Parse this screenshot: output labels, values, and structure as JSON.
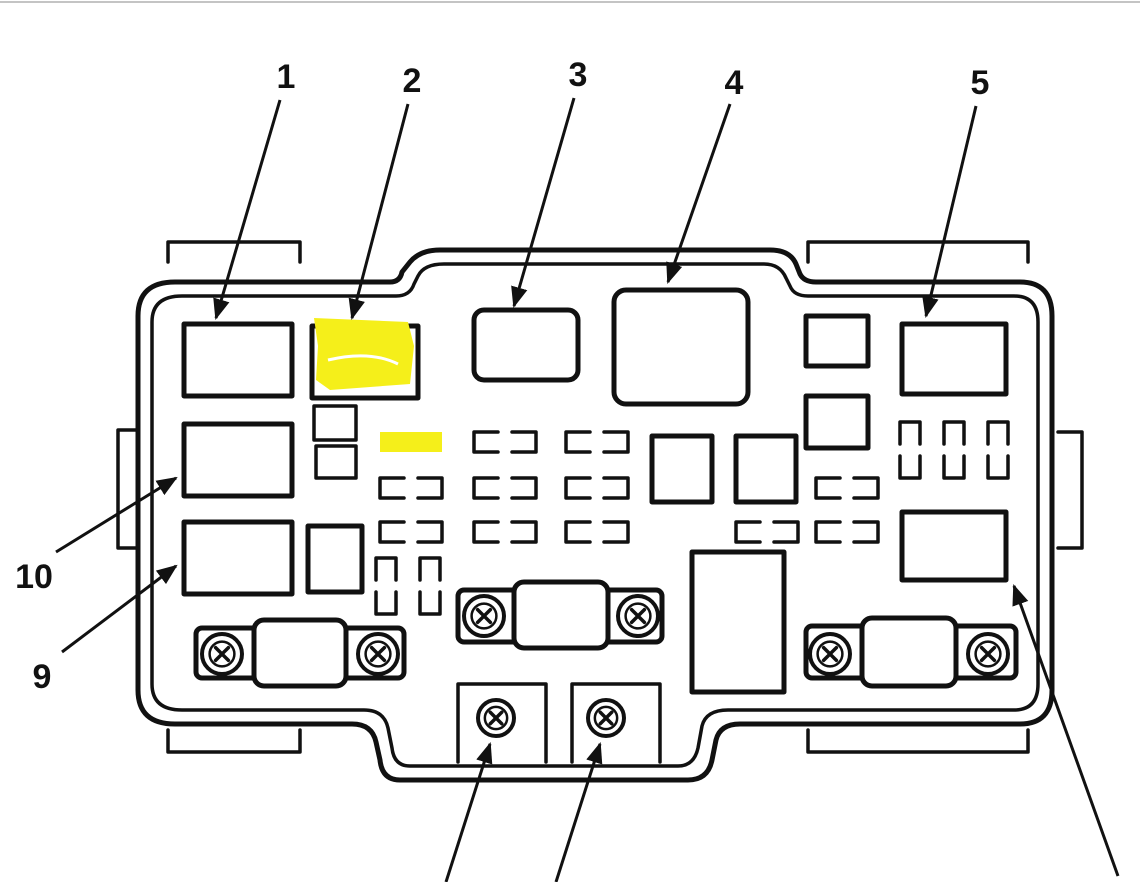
{
  "diagram": {
    "callouts": [
      {
        "id": "1",
        "text": "1"
      },
      {
        "id": "2",
        "text": "2"
      },
      {
        "id": "3",
        "text": "3"
      },
      {
        "id": "4",
        "text": "4"
      },
      {
        "id": "5",
        "text": "5"
      },
      {
        "id": "9",
        "text": "9"
      },
      {
        "id": "10",
        "text": "10"
      }
    ],
    "highlight_color": "#f5ef1a",
    "highlighted_items": [
      "relay-2",
      "fuse-row1-left"
    ]
  }
}
